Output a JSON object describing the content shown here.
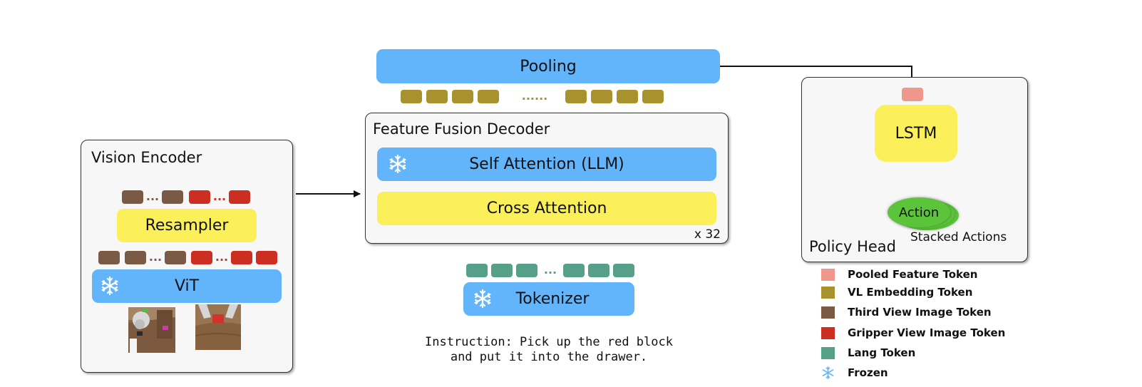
{
  "pooling": {
    "label": "Pooling"
  },
  "vision_encoder": {
    "title": "Vision Encoder",
    "resampler_label": "Resampler",
    "vit_label": "ViT",
    "dots": "..."
  },
  "decoder": {
    "title": "Feature Fusion Decoder",
    "self_attention_label": "Self Attention (LLM)",
    "cross_attention_label": "Cross Attention",
    "repeat": "x 32",
    "vl_dots": "......"
  },
  "tokenizer": {
    "label": "Tokenizer",
    "dots": "..."
  },
  "instruction": {
    "line1": "Instruction: Pick up the red block",
    "line2": "and put it into the drawer."
  },
  "policy_head": {
    "title": "Policy Head",
    "lstm_label": "LSTM",
    "action_label": "Action",
    "stacked_label": "Stacked Actions"
  },
  "legend": [
    {
      "label": "Pooled Feature Token",
      "color": "#f0968a"
    },
    {
      "label": "VL Embedding Token",
      "color": "#a8922e"
    },
    {
      "label": "Third View Image Token",
      "color": "#7a5a44"
    },
    {
      "label": "Gripper View Image Token",
      "color": "#cd2e22"
    },
    {
      "label": "Lang Token",
      "color": "#56a089"
    },
    {
      "label": "Frozen",
      "icon": "snowflake-icon"
    }
  ],
  "colors": {
    "blue": "#62b4fb",
    "yellow": "#fbf05a",
    "green": "#5cc43a"
  }
}
